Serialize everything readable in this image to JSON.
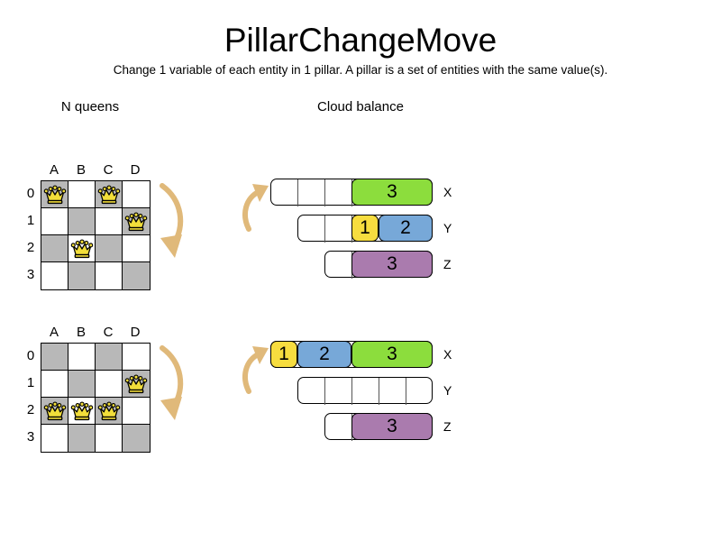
{
  "header": {
    "title": "PillarChangeMove",
    "subtitle": "Change 1 variable of each entity in 1 pillar. A pillar is a set of entities with the same value(s)."
  },
  "sections": {
    "nqueens_label": "N queens",
    "cloud_label": "Cloud balance"
  },
  "colors": {
    "green": "#8cdd3d",
    "yellow": "#f7dd3f",
    "blue": "#77a8d8",
    "purple": "#aa7bae",
    "dark_square": "#b8b8b8",
    "light_square": "#ffffff",
    "arrow": "#e0b97a",
    "queen_fill": "#f2de3a"
  },
  "nqueens": {
    "column_labels": [
      "A",
      "B",
      "C",
      "D"
    ],
    "row_labels": [
      "0",
      "1",
      "2",
      "3"
    ],
    "before": {
      "queens": [
        {
          "col": 0,
          "row": 0,
          "square": "A0"
        },
        {
          "col": 2,
          "row": 0,
          "square": "C0"
        },
        {
          "col": 3,
          "row": 1,
          "square": "D1"
        },
        {
          "col": 1,
          "row": 2,
          "square": "B2"
        }
      ]
    },
    "after": {
      "queens": [
        {
          "col": 3,
          "row": 1,
          "square": "D1"
        },
        {
          "col": 0,
          "row": 2,
          "square": "A2"
        },
        {
          "col": 1,
          "row": 2,
          "square": "B2"
        },
        {
          "col": 2,
          "row": 2,
          "square": "C2"
        }
      ]
    }
  },
  "cloud": {
    "before": {
      "rows": [
        {
          "label": "X",
          "empty_cells": 3,
          "blocks": [
            {
              "value": "3",
              "span": 3,
              "color": "#8cdd3d"
            }
          ]
        },
        {
          "label": "Y",
          "empty_cells": 2,
          "blocks": [
            {
              "value": "1",
              "span": 1,
              "color": "#f7dd3f"
            },
            {
              "value": "2",
              "span": 2,
              "color": "#77a8d8"
            }
          ]
        },
        {
          "label": "Z",
          "empty_cells": 1,
          "blocks": [
            {
              "value": "3",
              "span": 3,
              "color": "#aa7bae"
            }
          ]
        }
      ]
    },
    "after": {
      "rows": [
        {
          "label": "X",
          "empty_cells": 0,
          "blocks": [
            {
              "value": "1",
              "span": 1,
              "color": "#f7dd3f"
            },
            {
              "value": "2",
              "span": 2,
              "color": "#77a8d8"
            },
            {
              "value": "3",
              "span": 3,
              "color": "#8cdd3d"
            }
          ]
        },
        {
          "label": "Y",
          "empty_cells": 5,
          "blocks": []
        },
        {
          "label": "Z",
          "empty_cells": 1,
          "blocks": [
            {
              "value": "3",
              "span": 3,
              "color": "#aa7bae"
            }
          ]
        }
      ]
    }
  }
}
